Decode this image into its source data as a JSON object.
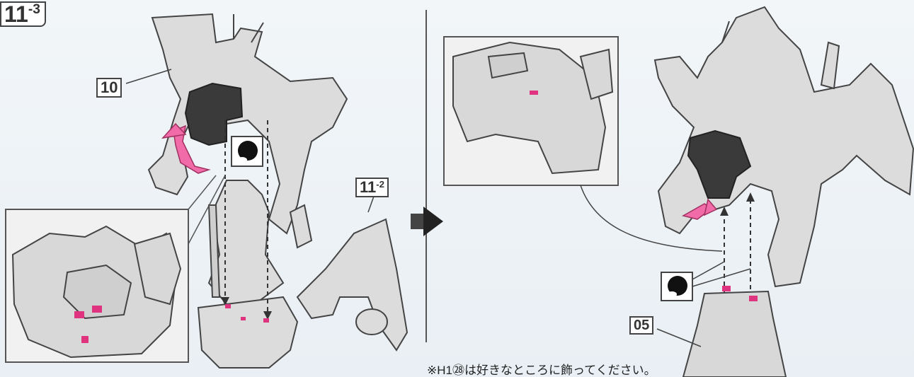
{
  "step": {
    "main": "11",
    "sub": "-3"
  },
  "labels": {
    "part_10": "10",
    "ref_main": "11",
    "ref_sub": "-2",
    "part_05": "05"
  },
  "note": "※H1㉘は好きなところに飾ってください。",
  "colors": {
    "accent_pink": "#e0337f",
    "arrow_pink": "#f06ba8",
    "part_dark": "#3a3a3a",
    "part_light": "#dcdcdc",
    "line": "#444444"
  },
  "icons": [
    "rotate-arrow-icon",
    "peg-insert-icon",
    "next-step-arrow-icon"
  ]
}
